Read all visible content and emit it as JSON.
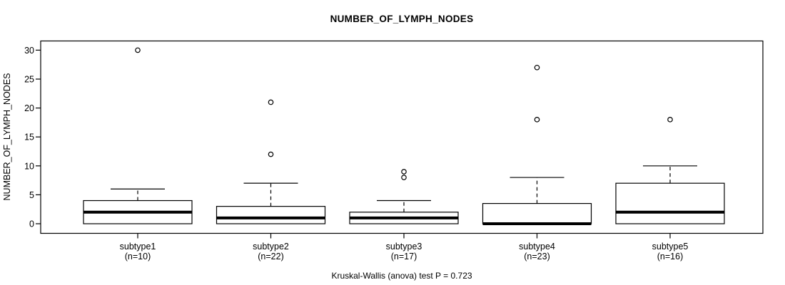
{
  "chart_data": {
    "type": "boxplot",
    "title": "NUMBER_OF_LYMPH_NODES",
    "ylabel": "NUMBER_OF_LYMPH_NODES",
    "xlabel": "",
    "annotation": "Kruskal-Wallis (anova) test P = 0.723",
    "ylim": [
      0,
      30
    ],
    "yticks": [
      0,
      5,
      10,
      15,
      20,
      25,
      30
    ],
    "grid": false,
    "legend": null,
    "box_color": "#000000",
    "box_fill": "#ffffff",
    "categories": [
      {
        "label": "subtype1",
        "sublabel": "(n=10)",
        "n": 10,
        "whisker_low": 0,
        "q1": 0,
        "median": 2,
        "q3": 4,
        "whisker_high": 6,
        "outliers": [
          30
        ]
      },
      {
        "label": "subtype2",
        "sublabel": "(n=22)",
        "n": 22,
        "whisker_low": 0,
        "q1": 0,
        "median": 1,
        "q3": 3,
        "whisker_high": 7,
        "outliers": [
          12,
          21
        ]
      },
      {
        "label": "subtype3",
        "sublabel": "(n=17)",
        "n": 17,
        "whisker_low": 0,
        "q1": 0,
        "median": 1,
        "q3": 2,
        "whisker_high": 4,
        "outliers": [
          8,
          9
        ]
      },
      {
        "label": "subtype4",
        "sublabel": "(n=23)",
        "n": 23,
        "whisker_low": 0,
        "q1": 0,
        "median": 0,
        "q3": 3.5,
        "whisker_high": 8,
        "outliers": [
          18,
          27
        ]
      },
      {
        "label": "subtype5",
        "sublabel": "(n=16)",
        "n": 16,
        "whisker_low": 0,
        "q1": 0,
        "median": 2,
        "q3": 7,
        "whisker_high": 10,
        "outliers": [
          18
        ]
      }
    ]
  }
}
